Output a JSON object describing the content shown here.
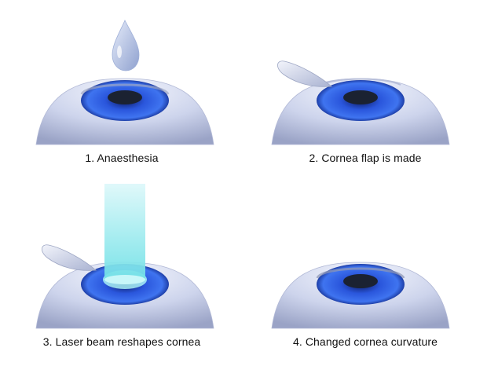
{
  "steps": [
    {
      "label": "1.  Anaesthesia",
      "illustration": "eye-drop"
    },
    {
      "label": "2. Cornea flap is made",
      "illustration": "cornea-flap"
    },
    {
      "label": "3. Laser beam reshapes cornea",
      "illustration": "laser-beam"
    },
    {
      "label": "4. Changed cornea curvature",
      "illustration": "reshaped-cornea"
    }
  ],
  "colors": {
    "eyeball": "#c8cfe8",
    "iris": "#2f62e6",
    "pupil": "#1a2030",
    "laser": "#7fe6ea",
    "drop": "#b8c6e4"
  }
}
